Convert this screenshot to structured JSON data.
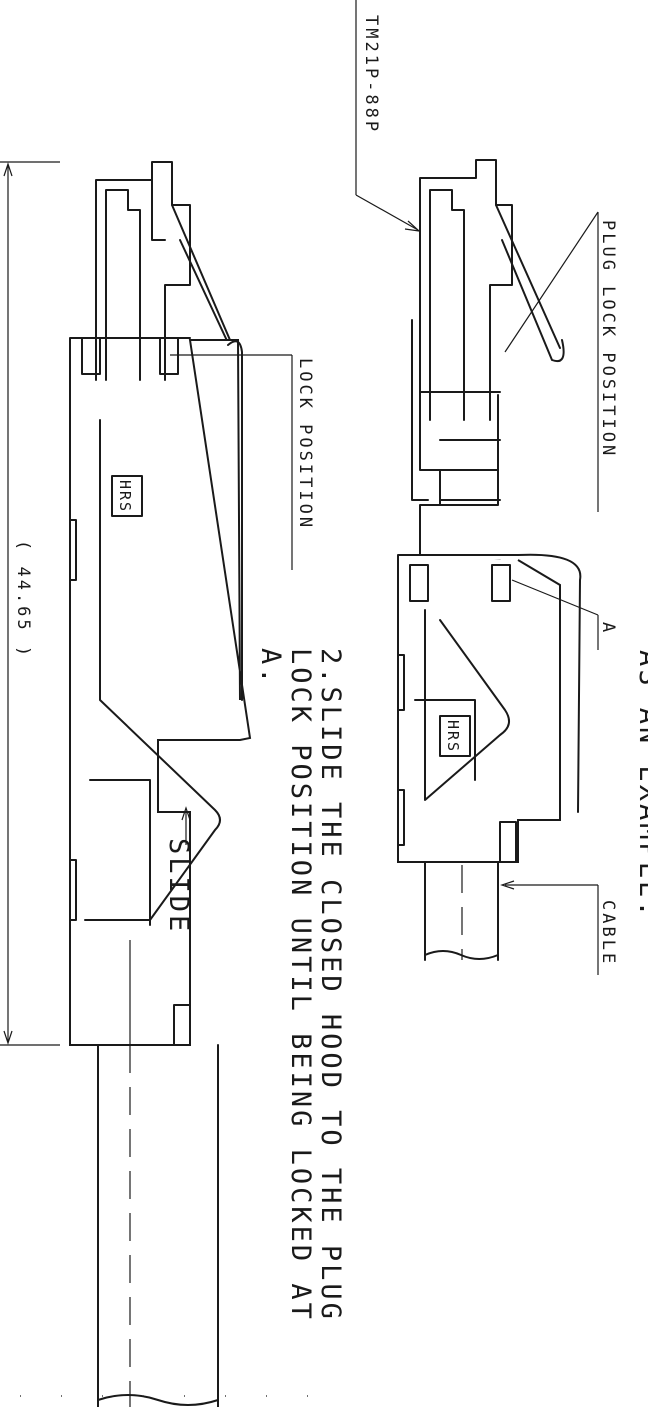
{
  "labels": {
    "part_number": "TM21P-88P",
    "plug_lock_position": "PLUG LOCK POSITION",
    "lock_position": "LOCK POSITION",
    "point_a": "A",
    "cable": "CABLE",
    "example_fragment": "AS AN EXAMPLE.",
    "instruction_line1": "2.SLIDE THE CLOSED HOOD TO THE PLUG",
    "instruction_line2": "LOCK POSITION UNTIL BEING LOCKED AT",
    "instruction_line3": "A.",
    "slide": "SLIDE",
    "dimension": "( 44.65 )",
    "hood_logo_left": "HRS",
    "hood_logo_right": "HRS"
  },
  "colors": {
    "ink": "#1a1a1a",
    "paper": "#ffffff"
  }
}
